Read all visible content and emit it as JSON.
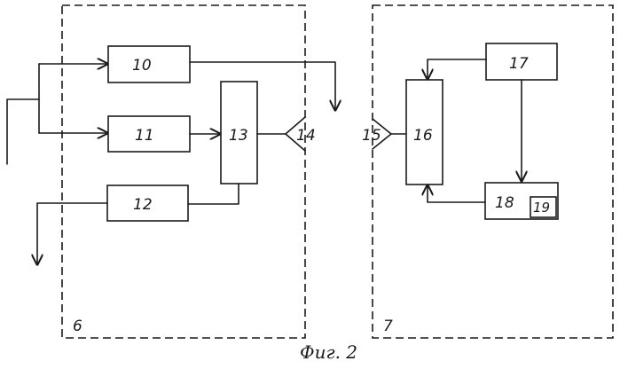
{
  "units": {
    "unit_6": "6",
    "unit_7": "7"
  },
  "blocks": {
    "b10": "10",
    "b11": "11",
    "b12": "12",
    "b13": "13",
    "b16": "16",
    "b17": "17",
    "b18": "18",
    "b19": "19"
  },
  "antennas": {
    "a14": "14",
    "a15": "15"
  },
  "caption": "Фиг. 2"
}
